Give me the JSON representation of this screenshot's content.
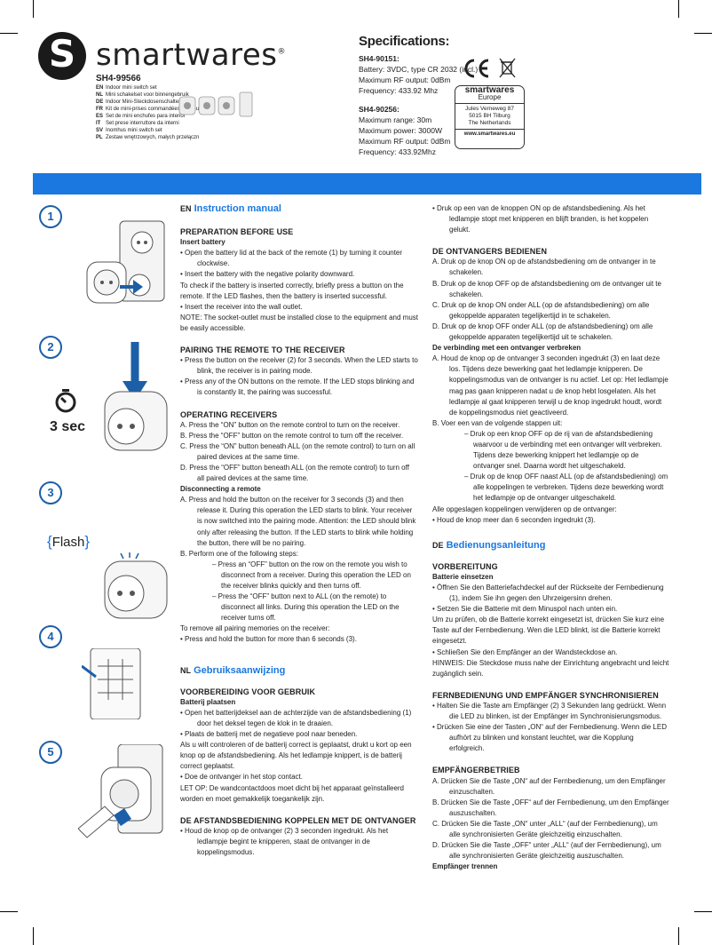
{
  "brand": {
    "logo_letter": "S",
    "name": "smartwares",
    "registered": "®"
  },
  "product": {
    "model": "SH4-99566",
    "languages": [
      {
        "code": "EN",
        "text": "Indoor mini switch set"
      },
      {
        "code": "NL",
        "text": "Mini schakelset voor binnengebruik"
      },
      {
        "code": "DE",
        "text": "Indoor Mini-Steckdosenschalter-Set"
      },
      {
        "code": "FR",
        "text": "Kit de mini-prises commandées intérieur"
      },
      {
        "code": "ES",
        "text": "Set de mini enchufes para interior"
      },
      {
        "code": "IT",
        "text": "Set prese interruttore da interni"
      },
      {
        "code": "SV",
        "text": "Inomhus mini switch set"
      },
      {
        "code": "PL",
        "text": "Zestaw wnętrzowych, małych przełączn"
      }
    ]
  },
  "specs": {
    "title": "Specifications:",
    "block1": {
      "model": "SH4-90151:",
      "lines": [
        "Battery: 3VDC, type CR 2032 (incl.)",
        "Maximum RF output: 0dBm",
        "Frequency: 433.92 Mhz"
      ]
    },
    "block2": {
      "model": "SH4-90256:",
      "lines": [
        "Maximum range: 30m",
        "Maximum power: 3000W",
        "Maximum RF output: 0dBm",
        "Frequency: 433.92Mhz"
      ]
    }
  },
  "europe_label": {
    "brand": "smartwares",
    "region": "Europe",
    "address": [
      "Jules Verneweg 87",
      "5015 BH Tilburg",
      "The Netherlands"
    ],
    "website": "www.smartwares.eu"
  },
  "colors": {
    "accent": "#1a78e0",
    "step_circle": "#1c5fa8"
  },
  "steps": [
    "1",
    "2",
    "3",
    "4",
    "5"
  ],
  "step_labels": {
    "timer": "3 sec",
    "flash": "Flash"
  },
  "en": {
    "code": "EN",
    "title": "Instruction manual",
    "prep_head": "PREPARATION BEFORE USE",
    "battery_head": "Insert battery",
    "battery_1": "• Open the battery lid at the back of the remote (1) by turning it counter clockwise.",
    "battery_2": "• Insert the battery with the negative polarity downward.",
    "battery_3": "To check if the battery is inserted correctly, briefly press a button on the remote. If the LED flashes, then the battery is inserted successful.",
    "battery_4": "• Insert the receiver into the wall outlet.",
    "battery_5": "NOTE: The socket-outlet must be installed close to the equipment and must be easily accessible.",
    "pair_head": "PAIRING THE REMOTE TO THE RECEIVER",
    "pair_1": "• Press the button on the receiver (2) for 3 seconds. When the LED starts to blink, the receiver is in pairing mode.",
    "pair_2": "• Press any of the ON buttons on the remote. If the LED stops blinking and is constantly lit, the pairing was successful.",
    "op_head": "OPERATING RECEIVERS",
    "op_a": "A. Press the “ON” button on the remote control to turn on the receiver.",
    "op_b": "B. Press the “OFF” button on the remote control to turn off the receiver.",
    "op_c": "C. Press the “ON” button beneath ALL (on the remote control) to turn on all paired devices at the same time.",
    "op_d": "D. Press the “OFF” button beneath ALL (on the remote control) to turn off all paired devices at the same time.",
    "disc_head": "Disconnecting a remote",
    "disc_a": "A. Press and hold the button on the receiver for 3 seconds (3) and then release it. During this operation the LED starts to blink. Your receiver is now switched into the pairing mode. Attention: the LED should blink only after releasing the button. If the LED starts to blink while holding the button, there will be no pairing.",
    "disc_b": "B. Perform one of the following steps:",
    "disc_b1": "– Press an “OFF” button on the row on the remote you wish to disconnect from a receiver. During this operation the LED on the receiver blinks quickly and then turns off.",
    "disc_b2": "– Press the “OFF” button next to ALL (on the remote) to disconnect all links. During this operation the LED on the receiver turns off.",
    "disc_end1": "To remove all pairing memories on the receiver:",
    "disc_end2": "• Press and hold the button for more than 6 seconds (3)."
  },
  "nl": {
    "code": "NL",
    "title": "Gebruiksaanwijzing",
    "prep_head": "VOORBEREIDING VOOR GEBRUIK",
    "battery_head": "Batterij plaatsen",
    "battery_1": "• Open het batterijdeksel aan de achterzijde van de afstandsbediening (1) door het deksel tegen de klok in te draaien.",
    "battery_2": "• Plaats de batterij met de negatieve pool naar beneden.",
    "battery_3": "Als u wilt controleren of de batterij correct is geplaatst, drukt u kort op een knop op de afstandsbediening. Als het ledlampje knippert, is de batterij correct geplaatst.",
    "battery_4": "• Doe de ontvanger in het stop contact.",
    "battery_5": "LET OP: De wandcontactdoos moet dicht bij het apparaat geïnstalleerd worden en moet gemakkelijk toegankelijk zijn.",
    "pair_head": "DE AFSTANDSBEDIENING KOPPELEN MET DE ONTVANGER",
    "pair_1": "• Houd de knop op de ontvanger (2) 3 seconden ingedrukt. Als het ledlampje begint te knipperen, staat de ontvanger in de koppelingsmodus.",
    "pair_2": "• Druk op een van de knoppen ON op de afstandsbediening. Als het ledlampje stopt met knipperen en blijft branden, is het koppelen gelukt.",
    "op_head": "DE ONTVANGERS BEDIENEN",
    "op_a": "A. Druk op de knop ON op de afstandsbediening om de ontvanger in te schakelen.",
    "op_b": "B. Druk op de knop OFF op de afstandsbediening om de ontvanger uit te schakelen.",
    "op_c": "C. Druk op de knop ON onder ALL (op de afstandsbediening) om alle gekoppelde apparaten tegelijkertijd in te schakelen.",
    "op_d": "D. Druk op de knop OFF onder ALL (op de afstandsbediening) om alle gekoppelde apparaten tegelijkertijd uit te schakelen.",
    "disc_head": "De verbinding met een ontvanger verbreken",
    "disc_a": "A. Houd de knop op de ontvanger 3 seconden ingedrukt (3) en laat deze los. Tijdens deze bewerking gaat het ledlampje knipperen. De koppelingsmodus van de ontvanger is nu actief. Let op: Het ledlampje mag pas gaan knipperen nadat u de knop hebt losgelaten. Als het ledlampje al gaat knipperen terwijl u de knop ingedrukt houdt, wordt de koppelingsmodus niet geactiveerd.",
    "disc_b": "B. Voer een van de volgende stappen uit:",
    "disc_b1": "– Druk op een knop OFF op de rij van de afstandsbediening waarvoor u de verbinding met een ontvanger wilt verbreken. Tijdens deze bewerking knippert het ledlampje op de ontvanger snel. Daarna wordt het uitgeschakeld.",
    "disc_b2": "– Druk op de knop OFF naast ALL (op de afstandsbediening) om alle koppelingen te verbreken. Tijdens deze bewerking wordt het ledlampje op de ontvanger uitgeschakeld.",
    "disc_end1": "Alle opgeslagen koppelingen verwijderen op de ontvanger:",
    "disc_end2": "• Houd de knop meer dan 6 seconden ingedrukt (3)."
  },
  "de": {
    "code": "DE",
    "title": "Bedienungsanleitung",
    "prep_head": "VORBEREITUNG",
    "battery_head": "Batterie einsetzen",
    "battery_1": "• Öffnen Sie den Batteriefachdeckel auf der Rückseite der Fernbedienung (1), indem Sie ihn gegen den Uhrzeigersinn drehen.",
    "battery_2": "• Setzen Sie die Batterie mit dem Minuspol nach unten ein.",
    "battery_3": "Um zu prüfen, ob die Batterie korrekt eingesetzt ist, drücken Sie kurz eine Taste auf der Fernbedienung. Wen die LED blinkt, ist die Batterie korrekt eingesetzt.",
    "battery_4": "• Schließen Sie den Empfänger an der Wandsteckdose an.",
    "battery_5": "HINWEIS: Die Steckdose muss nahe der Einrichtung angebracht und leicht zugänglich sein.",
    "pair_head": "FERNBEDIENUNG UND EMPFÄNGER SYNCHRONISIEREN",
    "pair_1": "• Halten Sie die Taste am Empfänger (2) 3 Sekunden lang gedrückt. Wenn die LED zu blinken, ist der Empfänger im Synchronisierungsmodus.",
    "pair_2": "• Drücken Sie eine der Tasten „ON“ auf der Fernbedienung. Wenn die LED aufhört zu blinken und konstant leuchtet, war die Kopplung erfolgreich.",
    "op_head": "EMPFÄNGERBETRIEB",
    "op_a": "A. Drücken Sie die Taste „ON“ auf der Fernbedienung, um den Empfänger einzuschalten.",
    "op_b": "B. Drücken Sie die Taste „OFF“ auf der Fernbedienung, um den Empfänger auszuschalten.",
    "op_c": "C. Drücken Sie die Taste „ON“ unter „ALL“ (auf der Fernbedienung), um alle synchronisierten Geräte gleichzeitig einzuschalten.",
    "op_d": "D. Drücken Sie die Taste „OFF“ unter „ALL“ (auf der Fernbedienung), um alle synchronisierten Geräte gleichzeitig auszuschalten.",
    "disc_head": "Empfänger trennen"
  }
}
